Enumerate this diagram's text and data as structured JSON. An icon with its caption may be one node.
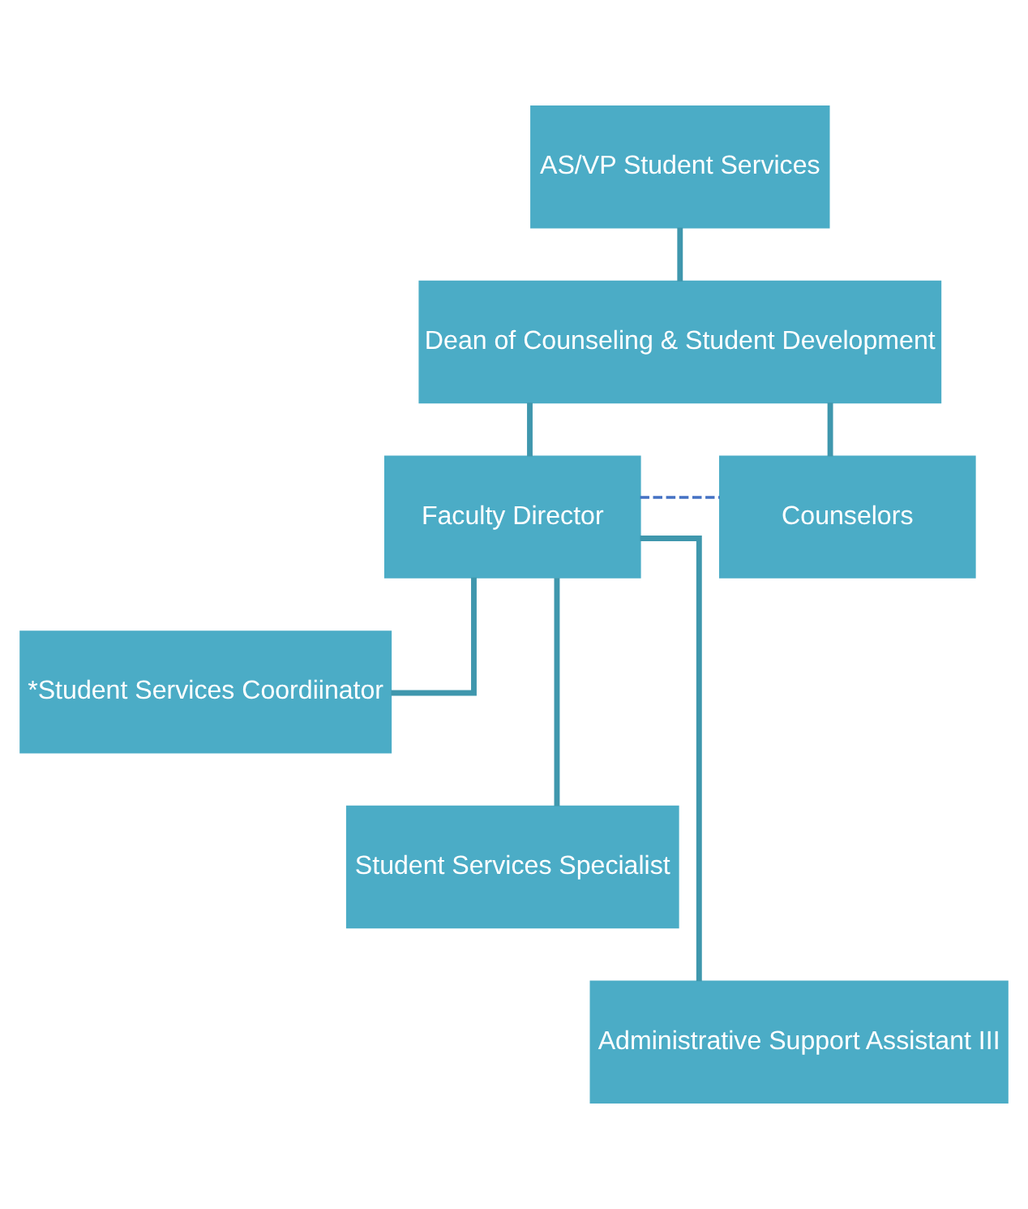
{
  "diagram": {
    "nodes": [
      {
        "text": [
          "AS/VP Student Services"
        ]
      },
      {
        "text": [
          "Dean of Counseling & Student Development"
        ]
      },
      {
        "text": [
          "Faculty Director"
        ]
      },
      {
        "text": [
          "Counselors"
        ]
      },
      {
        "text": [
          "*Student Services Coordiinator"
        ]
      },
      {
        "text": [
          "Student Services Specialist"
        ]
      },
      {
        "text": [
          "Administrative Support Assistant III"
        ]
      }
    ],
    "edges": [
      {
        "from": 0,
        "to": 1,
        "arrow": "none"
      },
      {
        "from": 1,
        "to": 2,
        "arrow": "none"
      },
      {
        "from": 1,
        "to": 3,
        "arrow": "none"
      },
      {
        "from": 2,
        "to": 3,
        "arrow": "none",
        "style": "dashed",
        "color": "#4472c4"
      },
      {
        "from": 2,
        "to": 4,
        "arrow": "none"
      },
      {
        "from": 2,
        "to": 5,
        "arrow": "none"
      },
      {
        "from": 2,
        "to": 6,
        "arrow": "none"
      }
    ]
  }
}
